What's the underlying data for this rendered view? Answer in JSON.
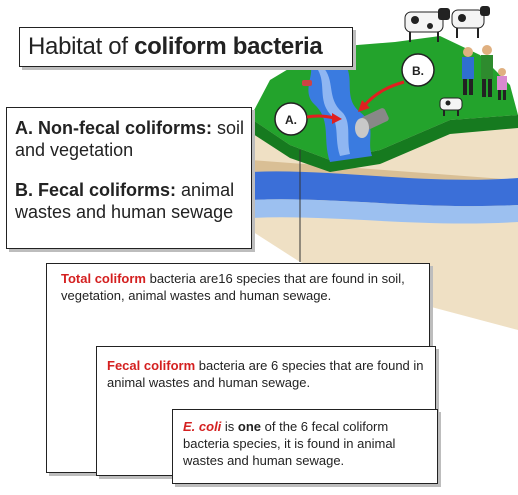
{
  "title": {
    "prefix": "Habitat of ",
    "bold": "coliform bacteria"
  },
  "markers": {
    "a": "A.",
    "b": "B."
  },
  "sources": {
    "a_label": "A. Non-fecal coliforms:",
    "a_text": " soil and vegetation",
    "b_label": "B. Fecal coliforms:",
    "b_text": " animal wastes and human sewage"
  },
  "total": {
    "highlight": "Total coliform",
    "text": " bacteria are16 species that are found in soil, vegetation, animal wastes and human sewage."
  },
  "fecal": {
    "highlight": "Fecal coliform",
    "text": " bacteria are 6 species that are found in animal wastes and human sewage."
  },
  "ecoli": {
    "highlight": "E. coli",
    "is": " is ",
    "one": "one",
    "text": " of the 6 fecal coliform bacteria species, it is found in animal wastes and human sewage."
  },
  "colors": {
    "grass": "#1f9a2a",
    "grass_dark": "#0f6e1a",
    "water": "#3a7be0",
    "soil": "#e8d6b8",
    "highlight": "#d42020",
    "arrow": "#e02020"
  }
}
